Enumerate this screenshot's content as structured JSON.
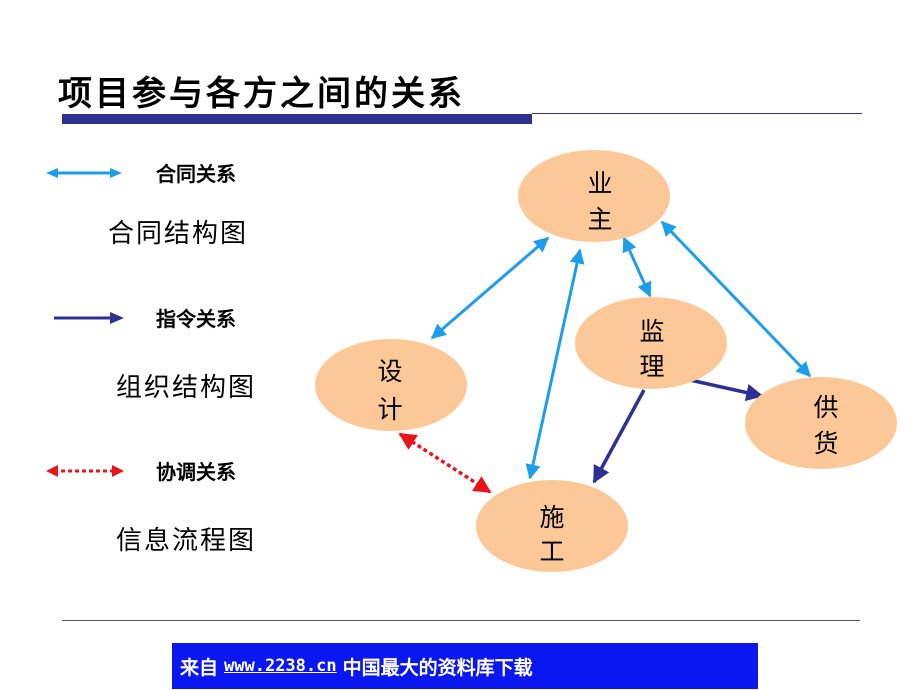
{
  "title": "项目参与各方之间的关系",
  "legend": {
    "contract": {
      "label": "合同关系",
      "chart": "合同结构图",
      "color": "#1e9ee8"
    },
    "directive": {
      "label": "指令关系",
      "chart": "组织结构图",
      "color": "#2e3191"
    },
    "coordination": {
      "label": "协调关系",
      "chart": "信息流程图",
      "color": "#e8141a"
    }
  },
  "nodes": {
    "owner": {
      "line1": "业",
      "line2": "主"
    },
    "supervisor": {
      "line1": "监",
      "line2": "理"
    },
    "designer": {
      "line1": "设",
      "line2": "计"
    },
    "supplier": {
      "line1": "供",
      "line2": "货"
    },
    "contractor": {
      "line1": "施",
      "line2": "工"
    }
  },
  "node_color": "#fcc898",
  "edges": [
    {
      "from": "owner",
      "to": "designer",
      "type": "contract",
      "bidirectional": true
    },
    {
      "from": "owner",
      "to": "contractor",
      "type": "contract",
      "bidirectional": true
    },
    {
      "from": "owner",
      "to": "supervisor",
      "type": "contract",
      "bidirectional": true
    },
    {
      "from": "owner",
      "to": "supplier",
      "type": "contract",
      "bidirectional": true
    },
    {
      "from": "supervisor",
      "to": "supplier",
      "type": "directive",
      "bidirectional": false
    },
    {
      "from": "supervisor",
      "to": "contractor",
      "type": "directive",
      "bidirectional": false
    },
    {
      "from": "designer",
      "to": "contractor",
      "type": "coordination",
      "bidirectional": true
    }
  ],
  "footer": {
    "prefix": "来自",
    "link": "www.2238.cn",
    "suffix": "中国最大的资料库下载"
  }
}
